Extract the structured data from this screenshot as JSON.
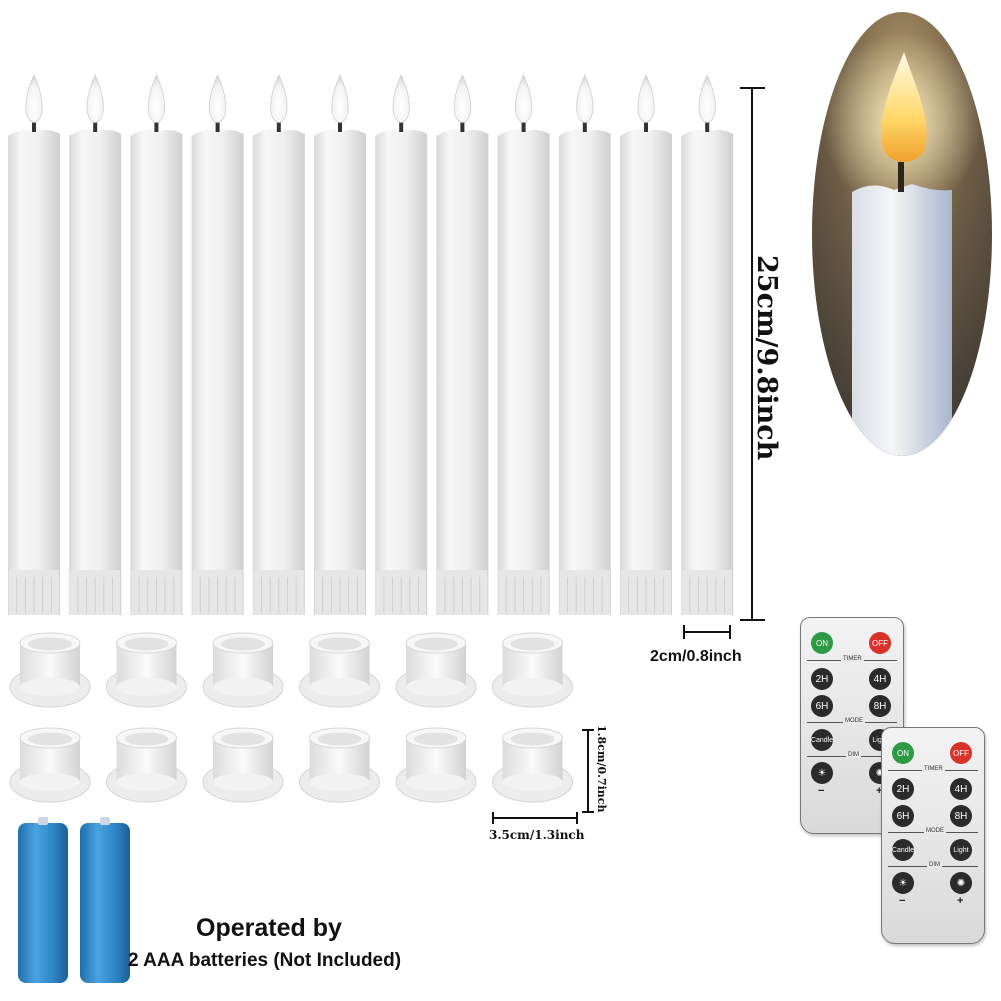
{
  "product": {
    "candle_count": 12,
    "holder_count": 12,
    "battery_count": 2
  },
  "dimensions": {
    "candle_height": "25cm/9.8inch",
    "candle_width": "2cm/0.8inch",
    "holder_height": "1.8cm/0.7inch",
    "holder_width": "3.5cm/1.3inch"
  },
  "caption": {
    "line1": "Operated by",
    "line2": "2 AAA batteries (Not Included)"
  },
  "remote": {
    "on": "ON",
    "off": "OFF",
    "timer": "TIMER",
    "t2": "2H",
    "t4": "4H",
    "t6": "6H",
    "t8": "8H",
    "mode": "MODE",
    "candle": "Candle",
    "light": "Light",
    "dim": "DIM",
    "minus": "−",
    "plus": "+"
  },
  "colors": {
    "battery": "#2f86c8",
    "flame": "#ffe9a8",
    "on_button": "#2e9a46",
    "off_button": "#d8322a"
  },
  "icons": [
    "flame-icon",
    "sun-icon",
    "battery-icon",
    "remote-icon"
  ]
}
